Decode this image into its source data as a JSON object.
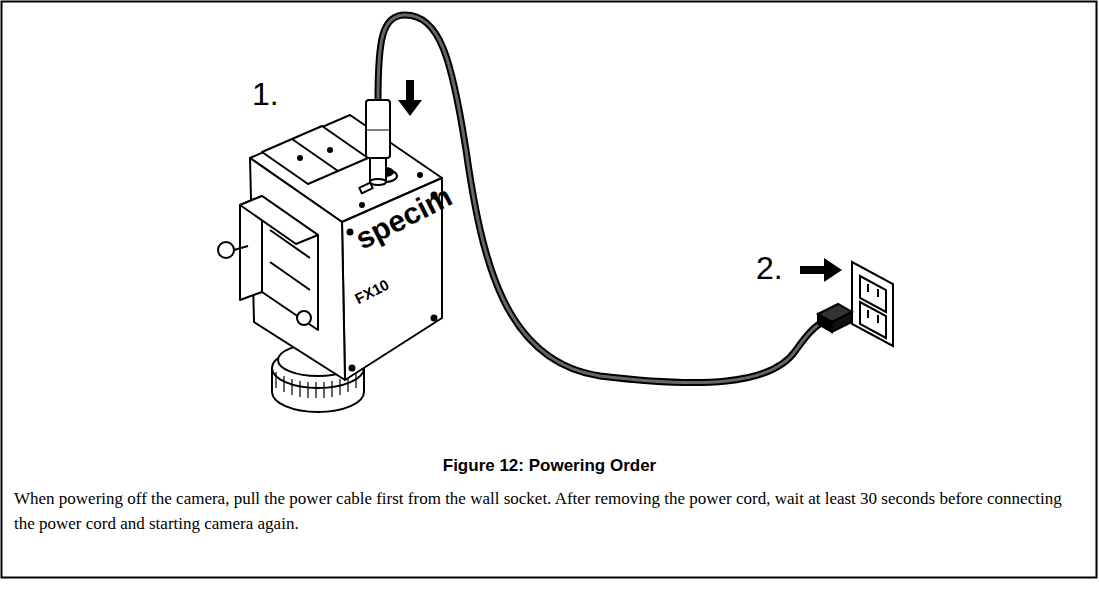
{
  "diagram": {
    "caption": "Figure 12: Powering Order",
    "labels": [
      "1.",
      "specim",
      "FX10",
      "2.",
      "When powering off the camera, pull the power cable first from the wall socket. After removing the power cord, wait at least 30 seconds before connecting the power cord and starting camera again."
    ]
  }
}
